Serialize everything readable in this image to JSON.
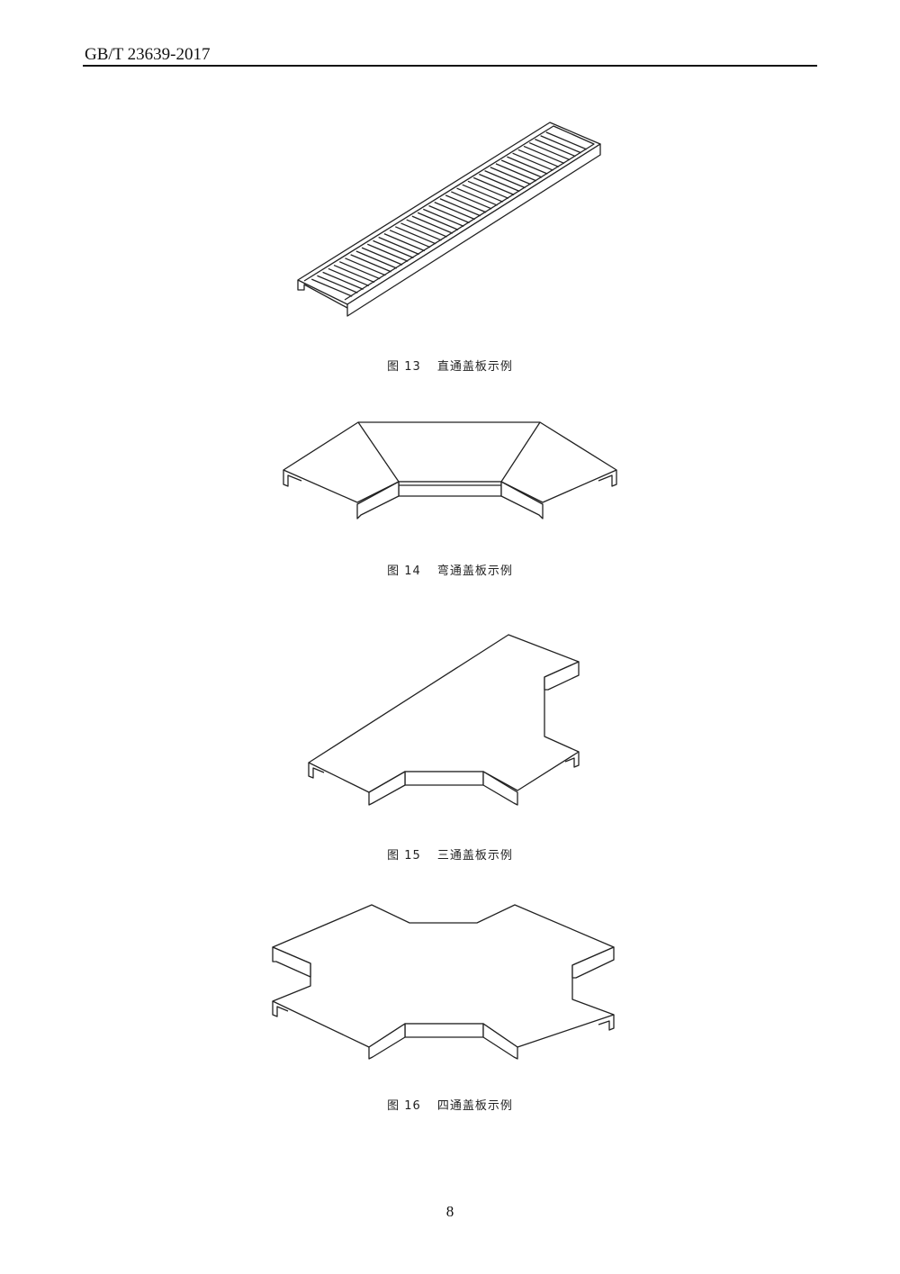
{
  "header": {
    "standard": "GB/T 23639-2017"
  },
  "figures": [
    {
      "number": "图 13",
      "title": "直通盖板示例"
    },
    {
      "number": "图 14",
      "title": "弯通盖板示例"
    },
    {
      "number": "图 15",
      "title": "三通盖板示例"
    },
    {
      "number": "图 16",
      "title": "四通盖板示例"
    }
  ],
  "footer": {
    "page_number": "8"
  }
}
